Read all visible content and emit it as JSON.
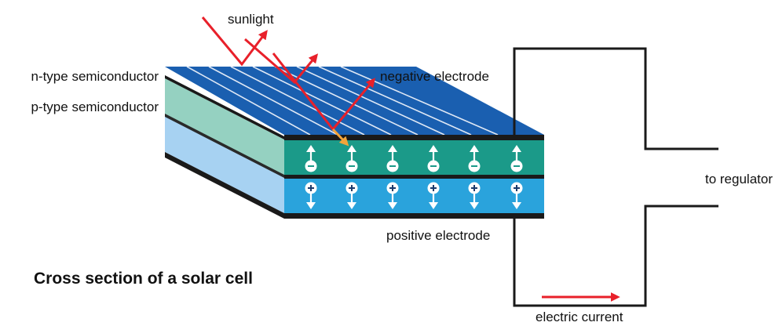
{
  "labels": {
    "sunlight": "sunlight",
    "n_type": "n-type semiconductor",
    "p_type": "p-type semiconductor",
    "negative_electrode": "negative electrode",
    "positive_electrode": "positive electrode",
    "to_regulator": "to regulator",
    "electric_current": "electric current"
  },
  "title": "Cross section of a solar cell",
  "charges": {
    "negative_symbol": "−",
    "positive_symbol": "+"
  },
  "colors": {
    "top_face": "#1a5fb0",
    "stripe": "#dfe8f5",
    "n_layer": "#1b9a89",
    "p_layer": "#2aa3dc",
    "n_side": "#95d1c1",
    "p_side": "#a7d2f2",
    "electrode": "#1a1a1a",
    "arrow_red": "#e8202a",
    "arrow_orange": "#f3a43a"
  }
}
